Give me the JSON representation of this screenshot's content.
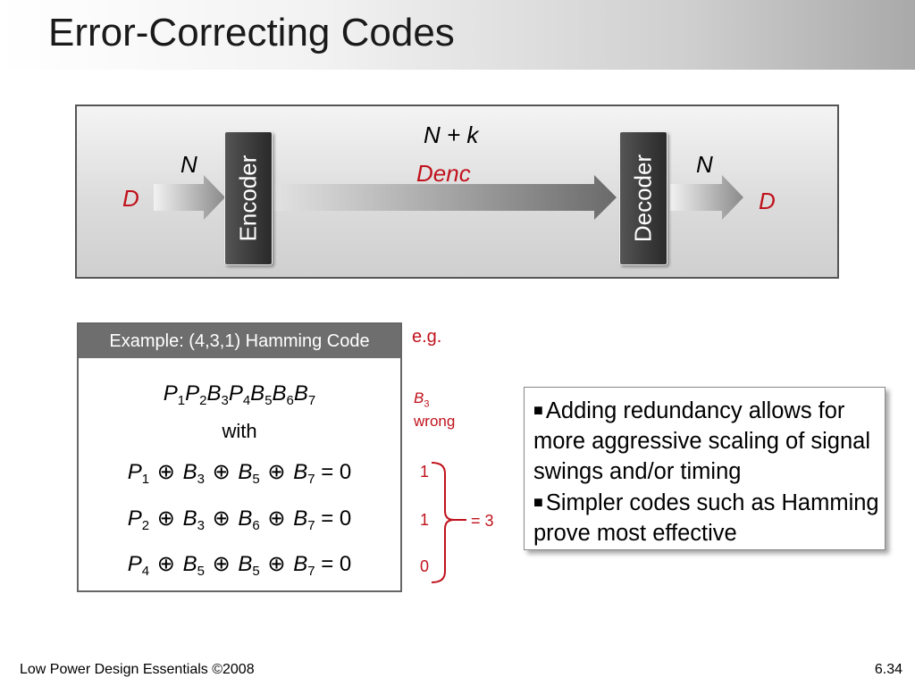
{
  "title": "Error-Correcting Codes",
  "diagram": {
    "input_symbol": "D",
    "input_width": "N",
    "encoder_label": "Encoder",
    "channel_width": "N + k",
    "channel_symbol": "Denc",
    "decoder_label": "Decoder",
    "output_width": "N",
    "output_symbol": "D"
  },
  "example": {
    "header": "Example: (4,3,1) Hamming Code",
    "codeword": [
      {
        "v": "P",
        "s": "1"
      },
      {
        "v": "P",
        "s": "2"
      },
      {
        "v": "B",
        "s": "3"
      },
      {
        "v": "P",
        "s": "4"
      },
      {
        "v": "B",
        "s": "5"
      },
      {
        "v": "B",
        "s": "6"
      },
      {
        "v": "B",
        "s": "7"
      }
    ],
    "with_label": "with",
    "xor_symbol": "⊕",
    "equals_label": "= 0",
    "equations": [
      [
        {
          "v": "P",
          "s": "1"
        },
        {
          "v": "B",
          "s": "3"
        },
        {
          "v": "B",
          "s": "5"
        },
        {
          "v": "B",
          "s": "7"
        }
      ],
      [
        {
          "v": "P",
          "s": "2"
        },
        {
          "v": "B",
          "s": "3"
        },
        {
          "v": "B",
          "s": "6"
        },
        {
          "v": "B",
          "s": "7"
        }
      ],
      [
        {
          "v": "P",
          "s": "4"
        },
        {
          "v": "B",
          "s": "5"
        },
        {
          "v": "B",
          "s": "5"
        },
        {
          "v": "B",
          "s": "7"
        }
      ]
    ]
  },
  "annotation": {
    "eg": "e.g.",
    "wrong_var": "B",
    "wrong_sub": "3",
    "wrong_text": "wrong",
    "syndrome_bits": [
      "1",
      "1",
      "0"
    ],
    "syndrome_result": "= 3"
  },
  "bullets": [
    "Adding redundancy allows for more aggressive scaling of signal swings and/or timing",
    "Simpler codes such as Hamming prove most effective"
  ],
  "bullet_symbol": "■",
  "footer": {
    "left": "Low Power Design Essentials ©2008",
    "right": "6.34"
  },
  "colors": {
    "annotation_red": "#c0121c",
    "block_dark": "#3a3a3a",
    "header_gray": "#6e6e6e"
  }
}
